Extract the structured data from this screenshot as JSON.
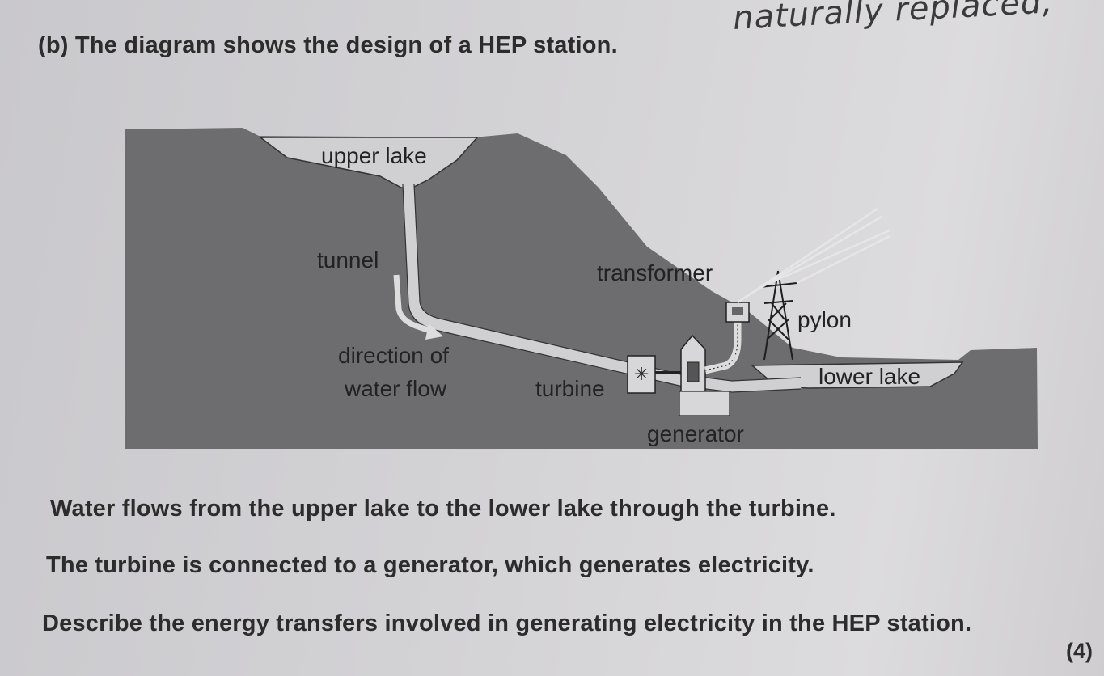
{
  "question_heading": "(b)  The diagram shows the design of a HEP station.",
  "handwritten_note": "naturally replaced,",
  "diagram": {
    "labels": {
      "upper_lake": "upper lake",
      "tunnel": "tunnel",
      "transformer": "transformer",
      "pylon": "pylon",
      "direction_line1": "direction of",
      "direction_line2": "water flow",
      "turbine": "turbine",
      "lower_lake": "lower lake",
      "generator": "generator"
    }
  },
  "body": {
    "paragraph1": "Water flows from the upper lake to the lower lake through the turbine.",
    "paragraph2": "The turbine is connected to a generator, which generates electricity.",
    "paragraph3": "Describe the energy transfers involved in generating electricity in the HEP station."
  },
  "marks": "(4)",
  "colors": {
    "ground": "#6d6d70",
    "water": "#d0cfd2",
    "paper": "#d3d2d5"
  }
}
